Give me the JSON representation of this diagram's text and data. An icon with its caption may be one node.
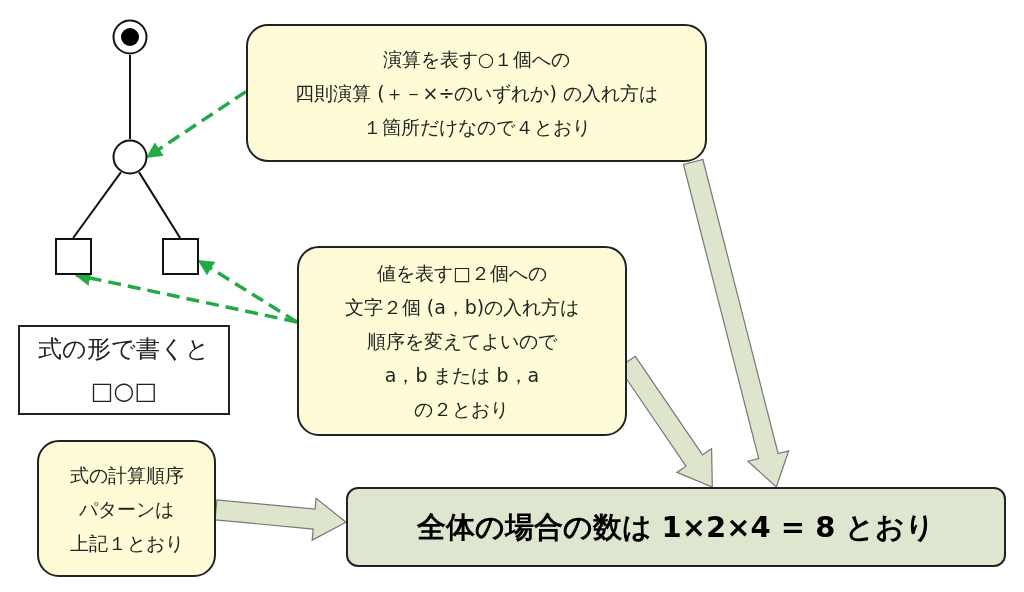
{
  "diagram": {
    "nodes": [
      {
        "text": [],
        "shape": "circle"
      },
      {
        "text": [],
        "shape": "circle"
      },
      {
        "text": [],
        "shape": "box"
      },
      {
        "text": [],
        "shape": "box"
      },
      {
        "text": [
          "演算を表す○１個への四則演算 (＋－×÷のいずれか) の入れ方は１箇所だけなので４とおり"
        ]
      },
      {
        "text": [
          "値を表す□２個への文字２個 (a，b)の入れ方は順序を変えてよいのでa，b または b，aの２とおり"
        ]
      },
      {
        "text": [
          "式の形で書くと",
          "□○□"
        ]
      },
      {
        "text": [
          "式の計算順序パターンは上記１とおり"
        ]
      },
      {
        "text": [
          "全体の場合の数は 1×2×4 = 8 とおり"
        ]
      }
    ],
    "edges": [
      {
        "from": 0,
        "to": 1,
        "arrow": "none"
      },
      {
        "from": 1,
        "to": 2,
        "arrow": "none"
      },
      {
        "from": 1,
        "to": 3,
        "arrow": "none"
      },
      {
        "from": 4,
        "to": 1,
        "arrow": "to",
        "style": "dashed",
        "color": "#22aa44"
      },
      {
        "from": 5,
        "to": 2,
        "arrow": "to",
        "style": "dashed",
        "color": "#22aa44"
      },
      {
        "from": 5,
        "to": 3,
        "arrow": "to",
        "style": "dashed",
        "color": "#22aa44"
      },
      {
        "from": 4,
        "to": 8,
        "arrow": "to",
        "style": "thick",
        "color": "#dde5cc"
      },
      {
        "from": 5,
        "to": 8,
        "arrow": "to",
        "style": "thick",
        "color": "#dde5cc"
      },
      {
        "from": 7,
        "to": 8,
        "arrow": "to",
        "style": "thick",
        "color": "#dde5cc"
      }
    ]
  }
}
